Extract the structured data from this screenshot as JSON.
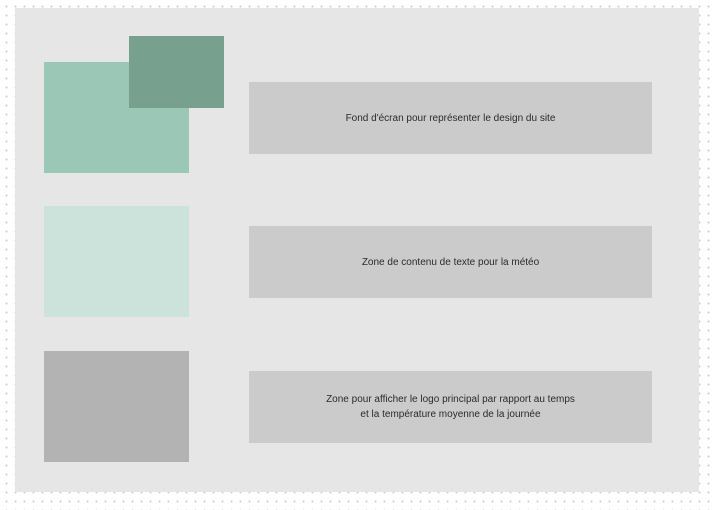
{
  "colors": {
    "background_swatch": "#9bc8b6",
    "background_swatch_overlay": "#78a08e",
    "content_swatch": "#cce3dc",
    "logo_swatch": "#b3b3b3"
  },
  "zones": [
    {
      "label": "Fond d'écran pour représenter le design du site"
    },
    {
      "label": "Zone de contenu de texte pour la météo"
    },
    {
      "label": "Zone pour afficher le logo principal par rapport au temps\net la température moyenne de la journée"
    }
  ]
}
